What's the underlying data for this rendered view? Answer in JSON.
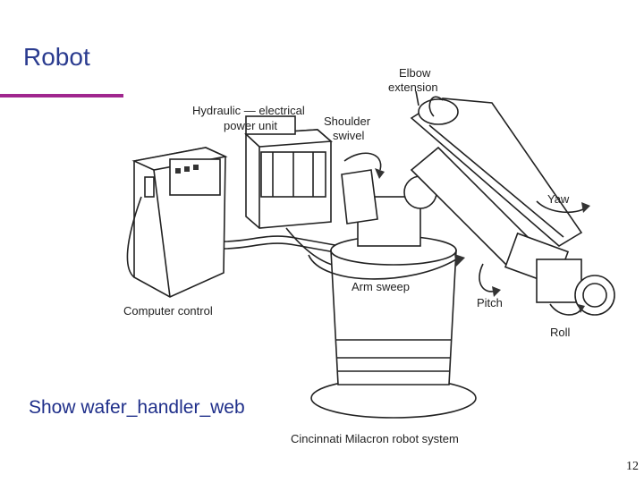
{
  "slide": {
    "title": "Robot",
    "link_text": "Show wafer_handler_web",
    "page_number": "12"
  },
  "diagram": {
    "caption": "Cincinnati Milacron robot system",
    "labels": {
      "elbow_line1": "Elbow",
      "elbow_line2": "extension",
      "hydraulic_line1": "Hydraulic — electrical",
      "hydraulic_line2": "power unit",
      "shoulder_line1": "Shoulder",
      "shoulder_line2": "swivel",
      "yaw": "Yaw",
      "arm_sweep": "Arm sweep",
      "pitch": "Pitch",
      "roll": "Roll",
      "computer_control": "Computer control"
    }
  },
  "colors": {
    "title": "#2a3b8f",
    "accent_rule": "#a0268e",
    "link": "#1f2f8a"
  }
}
